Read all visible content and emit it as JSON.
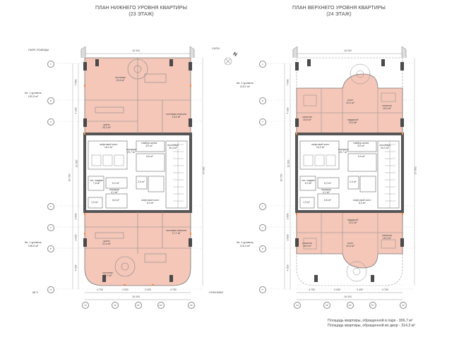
{
  "titles": {
    "left": {
      "line1": "ПЛАН НИЖНЕГО УРОВНЯ КВАРТИРЫ",
      "line2": "(23 ЭТАЖ)"
    },
    "right": {
      "line1": "ПЛАН ВЕРХНЕГО УРОВНЯ КВАРТИРЫ",
      "line2": "(24 ЭТАЖ)"
    }
  },
  "landmarks": {
    "park": "ПАРК ПОБЕДЫ",
    "city": "СИТИ",
    "mgu": "МГУ",
    "luzhniki": "ЛУЖНИКИ",
    "north": "N"
  },
  "colors": {
    "apartment_fill": "#f4c7b9",
    "core_wall": "#555555",
    "column": "#4a4a4a",
    "accent_orange": "#f08a3c",
    "line": "#999999"
  },
  "axes": {
    "rows": [
      "К",
      "Б'",
      "У'",
      "Т'",
      "С'",
      "Р'",
      "П'"
    ],
    "cols": [
      "34",
      "35'",
      "35''",
      "35'''",
      "36"
    ]
  },
  "dimensions": {
    "total_width": "18 000",
    "bottom": [
      "4 750",
      "3 000",
      "3 400",
      "4 750"
    ],
    "total_height": "36 700",
    "vertical": [
      "7 000",
      "4 100",
      "11 300",
      "3 600",
      "3 600",
      "4 025"
    ],
    "right_side": "37 000"
  },
  "lower_plan": {
    "upper_apartment": {
      "label": "Кв. 1 уровень",
      "area": "191,5 м²"
    },
    "lower_apartment": {
      "label": "Кв. 1 уровень",
      "area": "196,6 м²"
    },
    "rooms": [
      {
        "name": "гостиная",
        "area": "24,6 м²"
      },
      {
        "name": "кухня",
        "area": "20,3 м²"
      },
      {
        "name": "гостевая спальня",
        "area": "15,0 м²"
      },
      {
        "name": "гостевая спальня",
        "area": "17,7 м²"
      },
      {
        "name": "гостиная",
        "area": "25,7 м²"
      },
      {
        "name": "кухня",
        "area": "21,4 м²"
      },
      {
        "name": "гостевая спальня",
        "area": "15,3 м²"
      },
      {
        "name": "гостевая спальня",
        "area": "17,7 м²"
      }
    ],
    "core": [
      {
        "name": "лифтовой холл",
        "area": "18,2 м²"
      },
      {
        "name": "коридор",
        "area": "20,7 м²"
      },
      {
        "name": "тамбур-шлюз",
        "area": "5,0 м²"
      },
      {
        "name": "лестница",
        "area": "20,3 м²"
      },
      {
        "name": "",
        "area": "5,6 м²"
      },
      {
        "name": "тех. подвал",
        "area": "7,8 м²"
      },
      {
        "name": "",
        "area": "6,2 м²"
      },
      {
        "name": "коридор",
        "area": "4,1 м²"
      },
      {
        "name": "",
        "area": "6,6 м²"
      },
      {
        "name": "",
        "area": "1,5 м²"
      },
      {
        "name": "",
        "area": "2,0 м²"
      },
      {
        "name": "лифтовой холл",
        "area": "8,0 м²"
      }
    ]
  },
  "upper_plan": {
    "upper_apartment": {
      "label": "Кв. 2 уровень",
      "area": "115,2 м²"
    },
    "lower_apartment": {
      "label": "Кв. 2 уровень",
      "area": "115,4 м²"
    },
    "rooms": [
      {
        "name": "спальня",
        "area": "15,6 м²"
      },
      {
        "name": "холл",
        "area": "10,0 м²"
      },
      {
        "name": "спальня",
        "area": "15,0 м²"
      },
      {
        "name": "гардероб",
        "area": "10,0 м²"
      },
      {
        "name": "спальня",
        "area": "16,5 м²"
      },
      {
        "name": "холл",
        "area": "10,5 м²"
      },
      {
        "name": "спальня",
        "area": "15,3 м²"
      },
      {
        "name": "гардероб",
        "area": "10,2 м²"
      }
    ],
    "core": [
      {
        "name": "лифтовой холл",
        "area": "16,3 м²"
      },
      {
        "name": "коридор",
        "area": "20,7 м²"
      },
      {
        "name": "тамбур-шлюз",
        "area": "5,0 м²"
      },
      {
        "name": "лестница",
        "area": "20,3 м²"
      },
      {
        "name": "",
        "area": "5,6 м²"
      },
      {
        "name": "тех. подвал",
        "area": "8,3 м²"
      },
      {
        "name": "",
        "area": "6,2 м²"
      },
      {
        "name": "коридор",
        "area": "4,1 м²"
      },
      {
        "name": "",
        "area": "6,6 м²"
      },
      {
        "name": "",
        "area": "1,5 м²"
      },
      {
        "name": "",
        "area": "2,0 м²"
      },
      {
        "name": "лифтовой холл",
        "area": "8,0 м²"
      }
    ]
  },
  "footer": {
    "line1": "Площадь квартиры, обращенной в парк -  306,7 м²",
    "line2": "Площадь квартиры, обращенной во двор - 314,3 м²"
  }
}
